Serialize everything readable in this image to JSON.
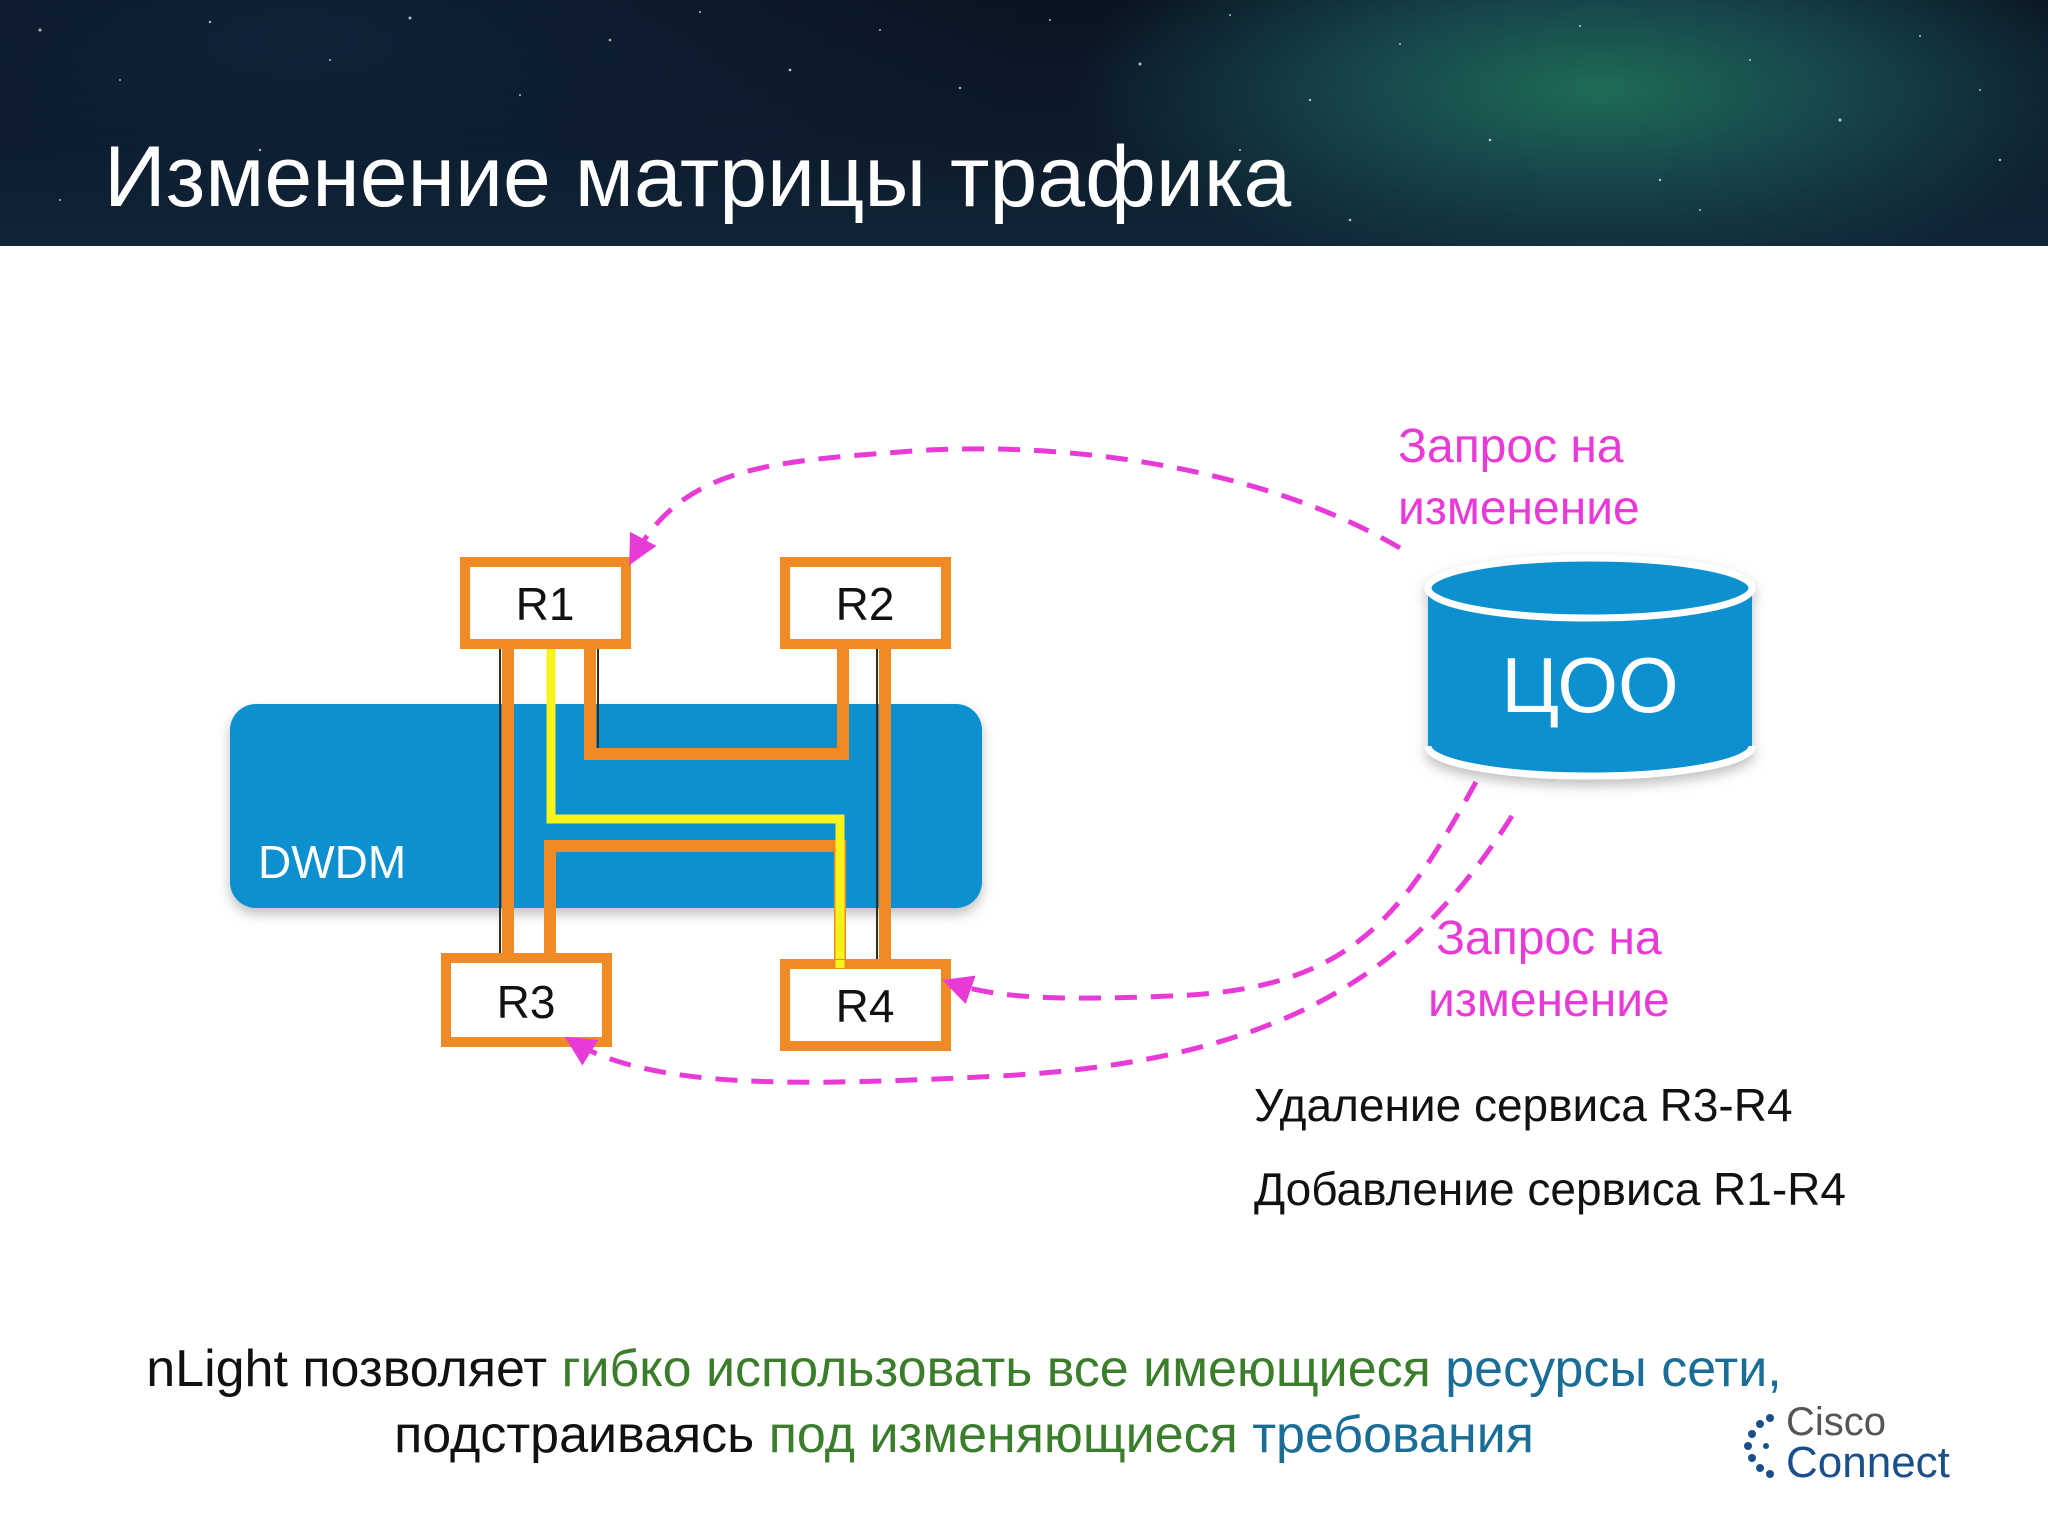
{
  "slide": {
    "title": "Изменение матрицы трафика"
  },
  "diagram": {
    "network_label": "DWDM",
    "routers": [
      "R1",
      "R2",
      "R3",
      "R4"
    ],
    "controller_label": "ЦОО",
    "request_top": [
      "Запрос на",
      "изменение"
    ],
    "request_bottom": [
      "Запрос на",
      "изменение"
    ],
    "actions": [
      "Удаление сервиса R3-R4",
      "Добавление сервиса R1-R4"
    ]
  },
  "footer": {
    "line1_segments": [
      {
        "text": "nLight позволяет ",
        "color": "#111111"
      },
      {
        "text": "гибко использовать все имеющиеся ",
        "color": "#3a7d2a"
      },
      {
        "text": "ресурсы сети,",
        "color": "#1a6d96"
      }
    ],
    "line2_segments": [
      {
        "text": "подстраиваясь ",
        "color": "#111111"
      },
      {
        "text": "под изменяющиеся ",
        "color": "#3a7d2a"
      },
      {
        "text": "требования",
        "color": "#1a6d96"
      }
    ]
  },
  "logo": {
    "line1": "Cisco",
    "line2": "Connect"
  },
  "colors": {
    "dwdm_blue": "#0a90cf",
    "router_orange": "#f08a26",
    "path_yellow": "#f8f31a",
    "request_pink": "#e83ad6"
  }
}
